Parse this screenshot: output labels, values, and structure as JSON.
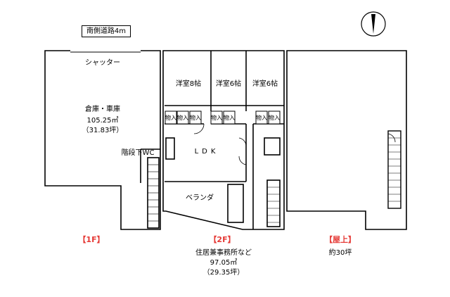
{
  "road_label": "南側道路4m",
  "floor1": {
    "shutter": "シャッター",
    "room": "倉庫・車庫",
    "area": "105.25㎡",
    "tsubo": "（31.83坪）",
    "wc": "階段下WC",
    "tag": "【1F】"
  },
  "floor2": {
    "rooms": [
      "洋室8帖",
      "洋室6帖",
      "洋室6帖"
    ],
    "closet": "物入",
    "ldk": "LDK",
    "veranda": "ベランダ",
    "tag": "【2F】",
    "use": "住居兼事務所など",
    "area": "97.05㎡",
    "tsubo": "（29.35坪）"
  },
  "roof": {
    "tag": "【屋上】",
    "area": "約30坪"
  }
}
